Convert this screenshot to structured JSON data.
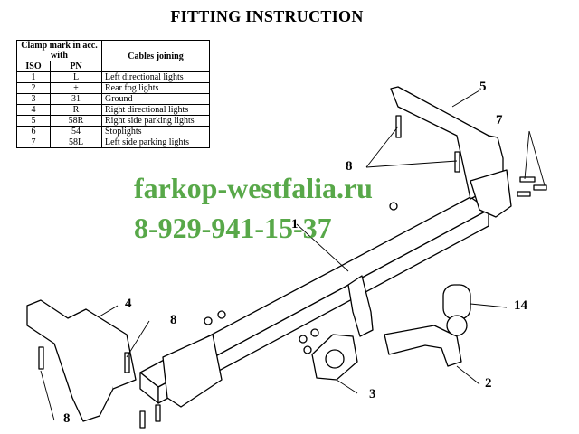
{
  "title": "FITTING INSTRUCTION",
  "table": {
    "header_clamp": "Clamp mark in acc. with",
    "header_cables": "Cables joining",
    "col_iso": "ISO",
    "col_pn": "PN",
    "rows": [
      {
        "iso": "1",
        "pn": "L",
        "desc": "Left directional lights"
      },
      {
        "iso": "2",
        "pn": "+",
        "desc": "Rear fog lights"
      },
      {
        "iso": "3",
        "pn": "31",
        "desc": "Ground"
      },
      {
        "iso": "4",
        "pn": "R",
        "desc": "Right directional lights"
      },
      {
        "iso": "5",
        "pn": "58R",
        "desc": "Right side parking lights"
      },
      {
        "iso": "6",
        "pn": "54",
        "desc": "Stoplights"
      },
      {
        "iso": "7",
        "pn": "58L",
        "desc": "Left side parking lights"
      }
    ]
  },
  "watermark": {
    "site": "farkop-westfalia.ru",
    "phone": "8-929-941-15-37"
  },
  "callouts": {
    "c1": "1",
    "c2": "2",
    "c3": "3",
    "c4": "4",
    "c5": "5",
    "c7": "7",
    "c8a": "8",
    "c8b": "8",
    "c8c": "8",
    "c14": "14"
  }
}
